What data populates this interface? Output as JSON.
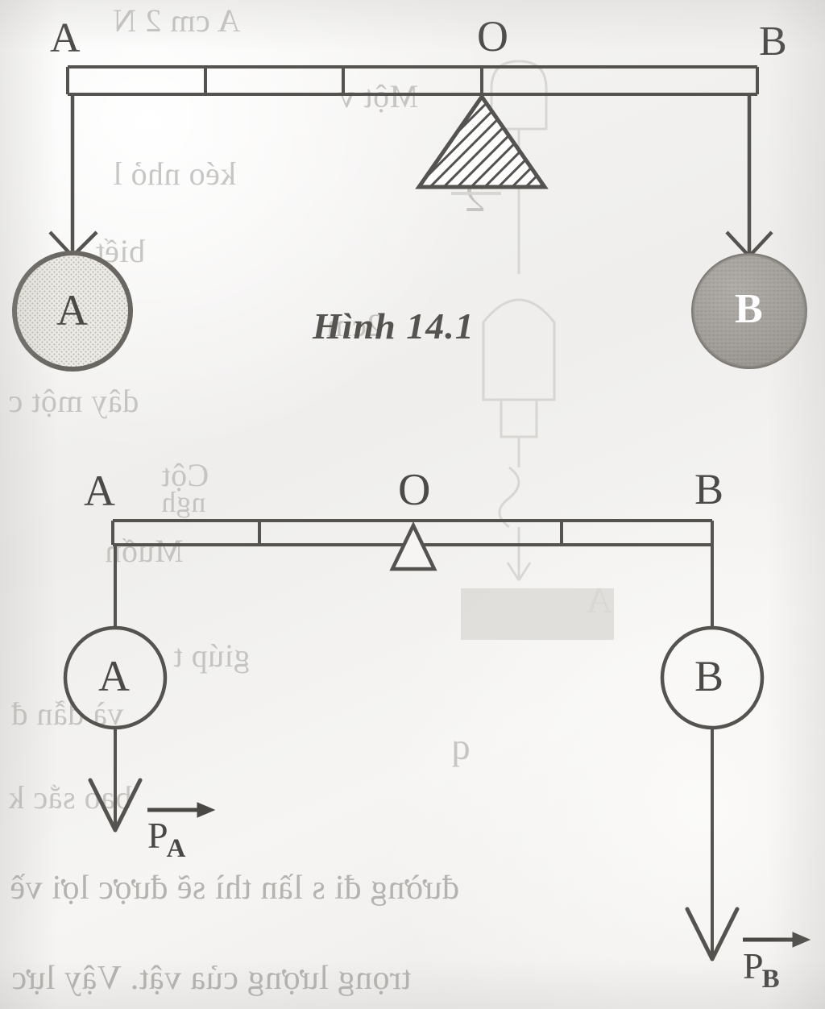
{
  "figure": {
    "caption": "Hình 14.1",
    "top_diagram": {
      "name": "lever-with-shaded-spheres",
      "left_end_label": "A",
      "fulcrum_label": "O",
      "right_end_label": "B",
      "left_sphere_label": "A",
      "right_sphere_label": "B",
      "left_sphere_fill": "#e8e6e1",
      "right_sphere_fill": "#a19e99",
      "fulcrum_style": "hatched-triangle",
      "beam_tick_count": 4
    },
    "bottom_diagram": {
      "name": "lever-force-diagram",
      "left_end_label": "A",
      "fulcrum_label": "O",
      "right_end_label": "B",
      "left_circle_label": "A",
      "right_circle_label": "B",
      "left_force_symbol": "P",
      "left_force_subscript": "A",
      "right_force_symbol": "P",
      "right_force_subscript": "B",
      "fulcrum_style": "open-triangle",
      "beam_tick_count": 3
    }
  },
  "bleed_through": {
    "lines": [
      "A  cm 2 N",
      "Một v",
      "kéo nhỏ l",
      "biết",
      "2cm",
      "dây một c",
      "Cột",
      "ngh",
      "Muốn",
      "giúp t",
      "và dẫn đ",
      "bao sắc k",
      "đường đi s lần thì sẽ được lợi về",
      "trọng lượng của vật. Vậy lực",
      "P",
      "2",
      "A",
      "q"
    ]
  },
  "colors": {
    "paper": "#f2f1ef",
    "ink": "#55534f",
    "ink_dark": "#4a4845",
    "ghost": "#bdbbb8"
  }
}
